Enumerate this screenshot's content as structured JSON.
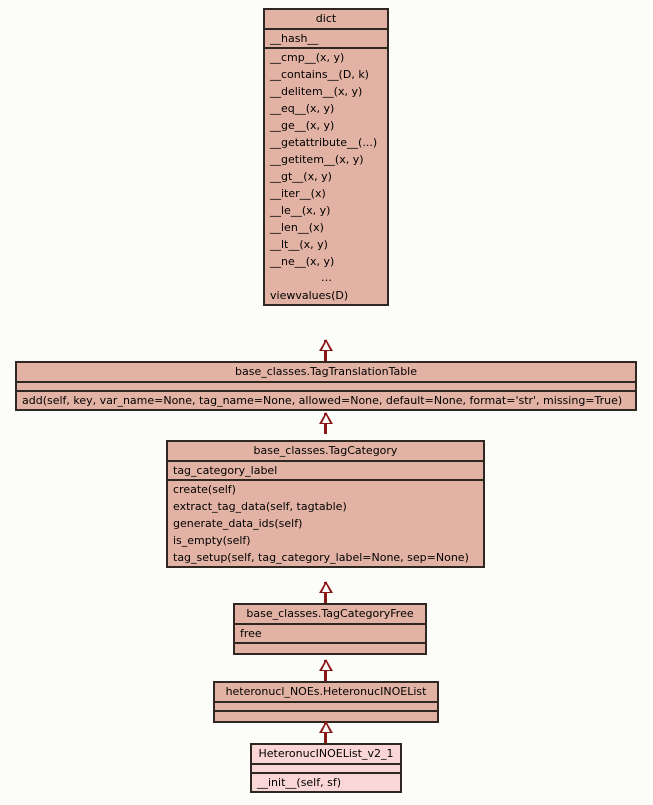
{
  "diagram": {
    "type": "uml-class-inheritance",
    "background_color": "#fcfdf9",
    "box_fill_color": "#e2b2a4",
    "leaf_box_fill_color": "#fbd6d6",
    "border_color": "#2e2722",
    "connector_color": "#8a1616",
    "classes": [
      {
        "id": "dict",
        "name": "dict",
        "attributes": [
          "__hash__"
        ],
        "methods": [
          "__cmp__(x, y)",
          "__contains__(D, k)",
          "__delitem__(x, y)",
          "__eq__(x, y)",
          "__ge__(x, y)",
          "__getattribute__(...)",
          "__getitem__(x, y)",
          "__gt__(x, y)",
          "__iter__(x)",
          "__le__(x, y)",
          "__len__(x)",
          "__lt__(x, y)",
          "__ne__(x, y)",
          "…",
          "viewvalues(D)"
        ]
      },
      {
        "id": "tagtranslationtable",
        "name": "base_classes.TagTranslationTable",
        "attributes": [],
        "methods": [
          "add(self, key, var_name=None, tag_name=None, allowed=None, default=None, format='str', missing=True)"
        ]
      },
      {
        "id": "tagcategory",
        "name": "base_classes.TagCategory",
        "attributes": [
          "tag_category_label"
        ],
        "methods": [
          "create(self)",
          "extract_tag_data(self, tagtable)",
          "generate_data_ids(self)",
          "is_empty(self)",
          "tag_setup(self, tag_category_label=None, sep=None)"
        ]
      },
      {
        "id": "tagcategoryfree",
        "name": "base_classes.TagCategoryFree",
        "attributes": [
          "free"
        ],
        "methods": []
      },
      {
        "id": "heteronucinoelist",
        "name": "heteronucl_NOEs.HeteronucINOEList",
        "attributes": [],
        "methods": []
      },
      {
        "id": "heteronucinoelist_v2_1",
        "name": "HeteronucINOEList_v2_1",
        "attributes": [],
        "methods": [
          "__init__(self, sf)"
        ]
      }
    ],
    "relations": [
      {
        "from": "tagtranslationtable",
        "to": "dict",
        "kind": "generalization"
      },
      {
        "from": "tagcategory",
        "to": "tagtranslationtable",
        "kind": "generalization"
      },
      {
        "from": "tagcategoryfree",
        "to": "tagcategory",
        "kind": "generalization"
      },
      {
        "from": "heteronucinoelist",
        "to": "tagcategoryfree",
        "kind": "generalization"
      },
      {
        "from": "heteronucinoelist_v2_1",
        "to": "heteronucinoelist",
        "kind": "generalization"
      }
    ]
  }
}
